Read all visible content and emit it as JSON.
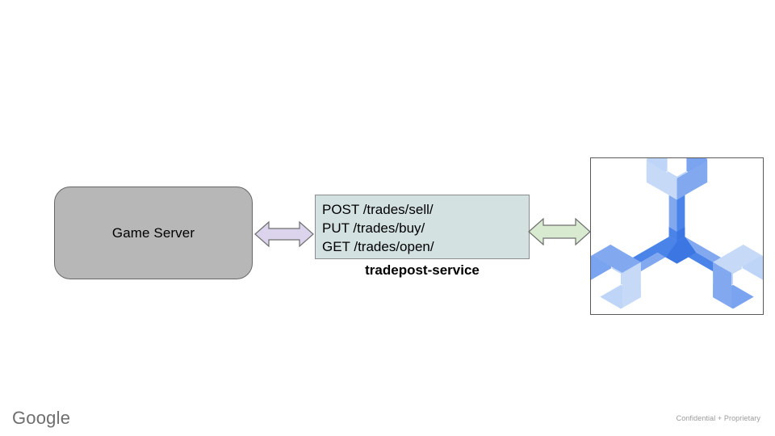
{
  "slide": {
    "background_color": "#ffffff"
  },
  "diagram": {
    "nodes": {
      "game_server": {
        "label": "Game Server",
        "fill_color": "#b7b7b7",
        "border_color": "#666666"
      },
      "tradepost_service": {
        "caption": "tradepost-service",
        "fill_color": "#d4e1e1",
        "border_color": "#8c8c8c",
        "endpoints": [
          "POST /trades/sell/",
          "PUT /trades/buy/",
          "GET /trades/open/"
        ]
      },
      "service_icon": {
        "icon_name": "three-way-wrench-icon",
        "border_color": "#595959",
        "colors": {
          "light": "#bed5f7",
          "medium": "#82a9f0",
          "dark": "#4a84e8",
          "deep": "#3b76e3"
        }
      }
    },
    "connectors": [
      {
        "name": "game-server-to-tradepost",
        "style": "double-headed-arrow",
        "fill_color": "#dcd4ec",
        "border_color": "#6f6f6f"
      },
      {
        "name": "tradepost-to-service-icon",
        "style": "double-headed-arrow",
        "fill_color": "#d8ead0",
        "border_color": "#6f6f6f"
      }
    ]
  },
  "footer": {
    "brand": "Google",
    "confidentiality": "Confidential + Proprietary"
  }
}
